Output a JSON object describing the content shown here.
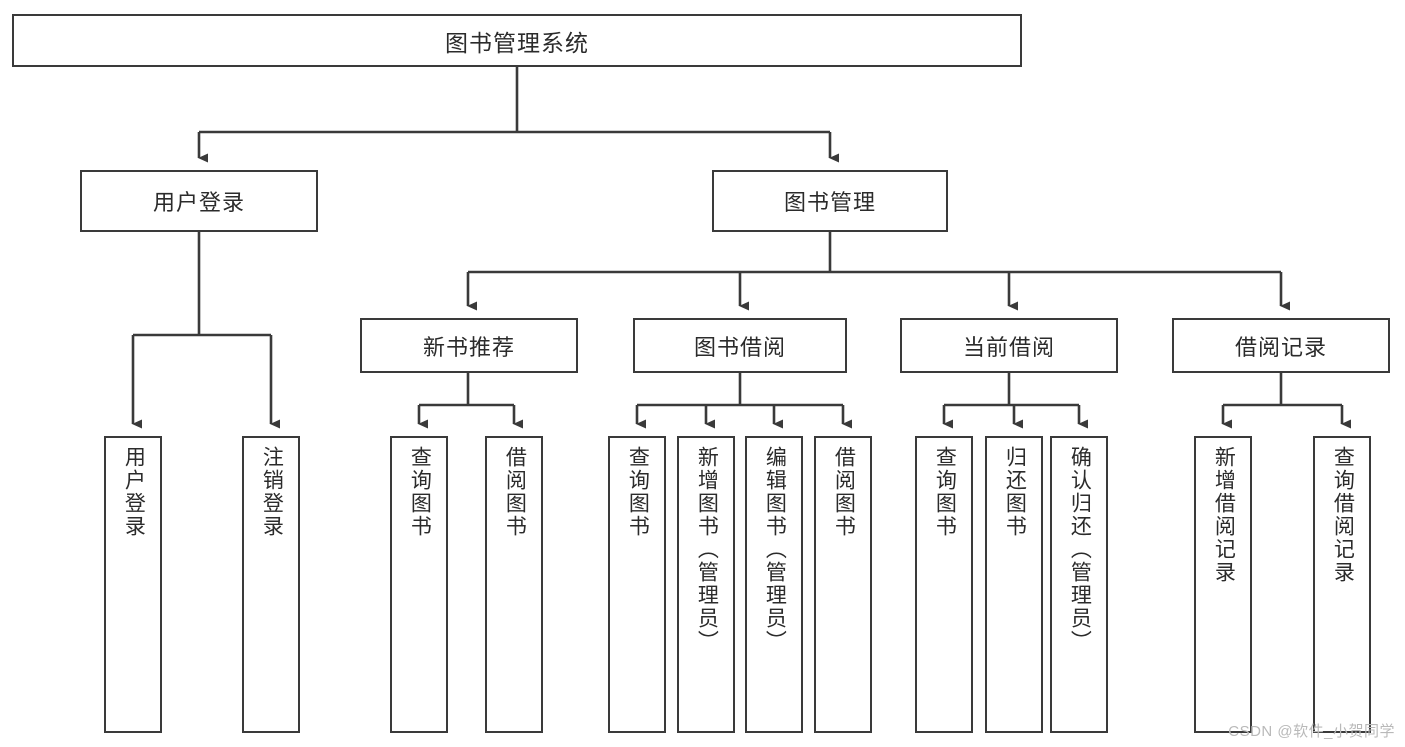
{
  "diagram": {
    "type": "tree-hierarchy-flowchart",
    "title": "图书管理系统",
    "colors": {
      "background": "#ffffff",
      "box_border": "#3a3a3a",
      "connector": "#3a3a3a",
      "text": "#2b2b2b",
      "watermark": "#b9b9b9"
    },
    "root": {
      "label": "图书管理系统"
    },
    "level1": [
      {
        "label": "用户登录"
      },
      {
        "label": "图书管理"
      }
    ],
    "level2": [
      {
        "label": "新书推荐",
        "parent": "图书管理"
      },
      {
        "label": "图书借阅",
        "parent": "图书管理"
      },
      {
        "label": "当前借阅",
        "parent": "图书管理"
      },
      {
        "label": "借阅记录",
        "parent": "图书管理"
      }
    ],
    "leaves": {
      "user_login": [
        {
          "label": "用户登录"
        },
        {
          "label": "注销登录"
        }
      ],
      "new_book_recommend": [
        {
          "label": "查询图书"
        },
        {
          "label": "借阅图书"
        }
      ],
      "book_borrow": [
        {
          "label": "查询图书"
        },
        {
          "label": "新增图书（管理员）"
        },
        {
          "label": "编辑图书（管理员）"
        },
        {
          "label": "借阅图书"
        }
      ],
      "current_borrow": [
        {
          "label": "查询图书"
        },
        {
          "label": "归还图书"
        },
        {
          "label": "确认归还（管理员）"
        }
      ],
      "borrow_record": [
        {
          "label": "新增借阅记录"
        },
        {
          "label": "查询借阅记录"
        }
      ]
    },
    "watermark": "CSDN @软件_小贺同学"
  }
}
